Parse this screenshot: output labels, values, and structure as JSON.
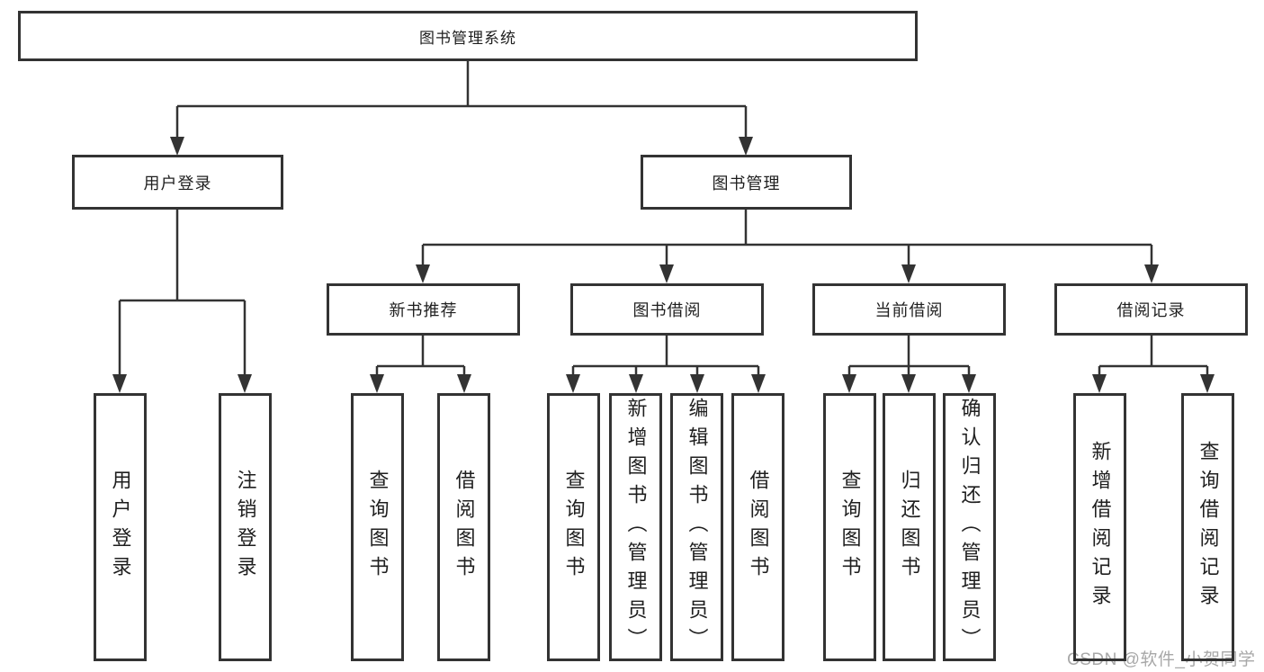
{
  "diagram_type": "hierarchy",
  "watermark": "CSDN @软件_小贺同学",
  "colors": {
    "line": "#333333",
    "box_border": "#333333",
    "text": "#1f1f1f",
    "watermark": "#a8a8a8",
    "background": "#ffffff"
  },
  "tree": {
    "label": "图书管理系统",
    "children": [
      {
        "label": "用户登录",
        "children": [
          {
            "label": "用户登录"
          },
          {
            "label": "注销登录"
          }
        ]
      },
      {
        "label": "图书管理",
        "children": [
          {
            "label": "新书推荐",
            "children": [
              {
                "label": "查询图书"
              },
              {
                "label": "借阅图书"
              }
            ]
          },
          {
            "label": "图书借阅",
            "children": [
              {
                "label": "查询图书"
              },
              {
                "label": "新增图书（管理员）"
              },
              {
                "label": "编辑图书（管理员）"
              },
              {
                "label": "借阅图书"
              }
            ]
          },
          {
            "label": "当前借阅",
            "children": [
              {
                "label": "查询图书"
              },
              {
                "label": "归还图书"
              },
              {
                "label": "确认归还（管理员）"
              }
            ]
          },
          {
            "label": "借阅记录",
            "children": [
              {
                "label": "新增借阅记录"
              },
              {
                "label": "查询借阅记录"
              }
            ]
          }
        ]
      }
    ]
  }
}
